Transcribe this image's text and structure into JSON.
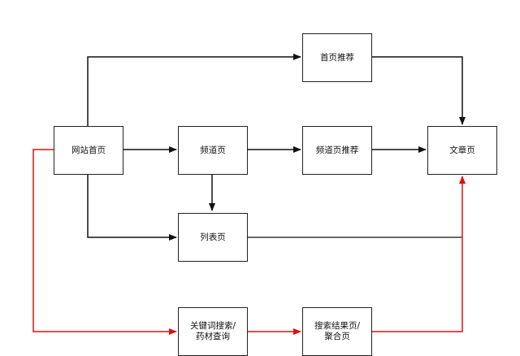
{
  "nodes": {
    "home_recommend": "首页推荐",
    "site_home": "网站首页",
    "channel": "频道页",
    "channel_recommend": "频道页推荐",
    "article": "文章页",
    "list": "列表页",
    "keyword_search": "关键词搜索/\n药材查询",
    "search_results": "搜索结果页/\n聚合页"
  },
  "colors": {
    "normal_edge": "#111111",
    "search_edge": "#e01010"
  }
}
